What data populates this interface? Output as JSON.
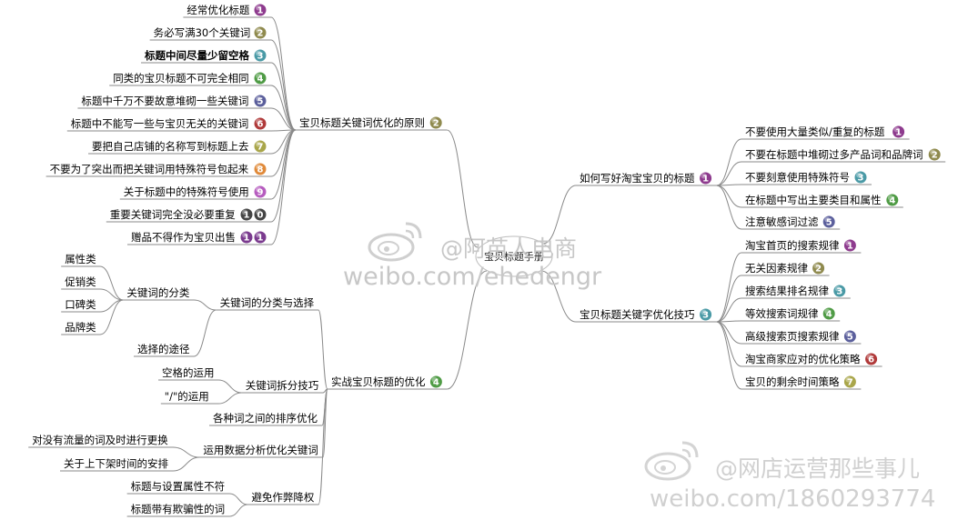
{
  "center": {
    "label": "宝贝标题手册"
  },
  "branches": [
    {
      "id": "principles",
      "label": "宝贝标题关键词优化的原则",
      "badge": "2",
      "children": [
        {
          "label": "经常优化标题",
          "badge": "1"
        },
        {
          "label": "务必写满30个关键词",
          "badge": "2"
        },
        {
          "label": "标题中间尽量少留空格",
          "badge": "3"
        },
        {
          "label": "同类的宝贝标题不可完全相同",
          "badge": "4"
        },
        {
          "label": "标题中千万不要故意堆砌一些关键词",
          "badge": "5"
        },
        {
          "label": "标题中不能写一些与宝贝无关的关键词",
          "badge": "6"
        },
        {
          "label": "要把自己店铺的名称写到标题上去",
          "badge": "7"
        },
        {
          "label": "不要为了突出而把关键词用特殊符号包起来",
          "badge": "8"
        },
        {
          "label": "关于标题中的特殊符号使用",
          "badge": "9"
        },
        {
          "label": "重要关键词完全没必要重复",
          "badge": "10"
        },
        {
          "label": "赠品不得作为宝贝出售",
          "badge": "11"
        }
      ]
    },
    {
      "id": "practice",
      "label": "实战宝贝标题的优化",
      "badge": "4",
      "children": [
        {
          "label": "关键词的分类与选择",
          "children": [
            {
              "label": "关键词的分类",
              "children": [
                {
                  "label": "属性类"
                },
                {
                  "label": "促销类"
                },
                {
                  "label": "口碑类"
                },
                {
                  "label": "品牌类"
                }
              ]
            },
            {
              "label": "选择的途径"
            }
          ]
        },
        {
          "label": "关键词拆分技巧",
          "children": [
            {
              "label": "空格的运用"
            },
            {
              "label": "\"/\"的运用"
            }
          ]
        },
        {
          "label": "各种词之间的排序优化"
        },
        {
          "label": "运用数据分析优化关键词",
          "children": [
            {
              "label": "对没有流量的词及时进行更换"
            },
            {
              "label": "关于上下架时间的安排"
            }
          ]
        },
        {
          "label": "避免作弊降权",
          "children": [
            {
              "label": "标题与设置属性不符"
            },
            {
              "label": "标题带有欺骗性的词"
            }
          ]
        }
      ]
    },
    {
      "id": "howto",
      "label": "如何写好淘宝宝贝的标题",
      "badge": "1",
      "children": [
        {
          "label": "不要使用大量类似/重复的标题",
          "badge": "1"
        },
        {
          "label": "不要在标题中堆砌过多产品词和品牌词",
          "badge": "2"
        },
        {
          "label": "不要刻意使用特殊符号",
          "badge": "3"
        },
        {
          "label": "在标题中写出主要类目和属性",
          "badge": "4"
        },
        {
          "label": "注意敏感词过滤",
          "badge": "5"
        }
      ]
    },
    {
      "id": "keywordtips",
      "label": "宝贝标题关键字优化技巧",
      "badge": "3",
      "children": [
        {
          "label": "淘宝首页的搜索规律",
          "badge": "1"
        },
        {
          "label": "无关因素规律",
          "badge": "2"
        },
        {
          "label": "搜索结果排名规律",
          "badge": "3"
        },
        {
          "label": "等效搜索词规律",
          "badge": "4"
        },
        {
          "label": "高级搜索页搜索规律",
          "badge": "5"
        },
        {
          "label": "淘宝商家应对的优化策略",
          "badge": "6"
        },
        {
          "label": "宝贝的剩余时间策略",
          "badge": "7"
        }
      ]
    }
  ],
  "badge_colors": {
    "1": "#8e3b8e",
    "2": "#8f8a4e",
    "3": "#4a9aa6",
    "4": "#4f9b45",
    "5": "#5b5f9c",
    "6": "#b03a3a",
    "7": "#a9a64a",
    "8": "#e08a3a",
    "9": "#b65cbf",
    "10": "#444444",
    "11": "#7a3a8e"
  },
  "watermarks": [
    {
      "handle": "@阿苗人电商",
      "url": "weibo.com/ehedengr"
    },
    {
      "handle": "@网店运营那些事儿",
      "url": "weibo.com/1860293774"
    }
  ]
}
